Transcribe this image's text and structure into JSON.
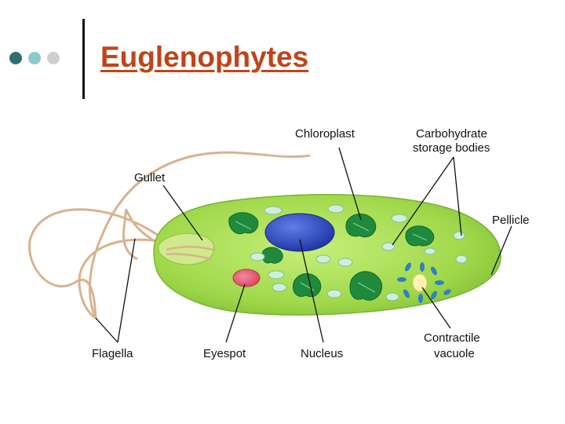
{
  "slide": {
    "title": "Euglenophytes",
    "bullet_colors": [
      "#2f6f72",
      "#8cc9cf",
      "#cfcfcf"
    ]
  },
  "diagram": {
    "labels": {
      "chloroplast": "Chloroplast",
      "carbohydrate_line1": "Carbohydrate",
      "carbohydrate_line2": "storage bodies",
      "gullet": "Gullet",
      "pellicle": "Pellicle",
      "flagella": "Flagella",
      "eyespot": "Eyespot",
      "nucleus": "Nucleus",
      "contractile_line1": "Contractile",
      "contractile_line2": "vacuole"
    },
    "colors": {
      "body": "#9fd84f",
      "chloroplast": "#1f8a3c",
      "storage": "#cfeedd",
      "nucleus": "#2746b8",
      "eyespot": "#e0566b",
      "vacuole": "#fff3b0",
      "flagellum": "#d8b38e"
    }
  }
}
